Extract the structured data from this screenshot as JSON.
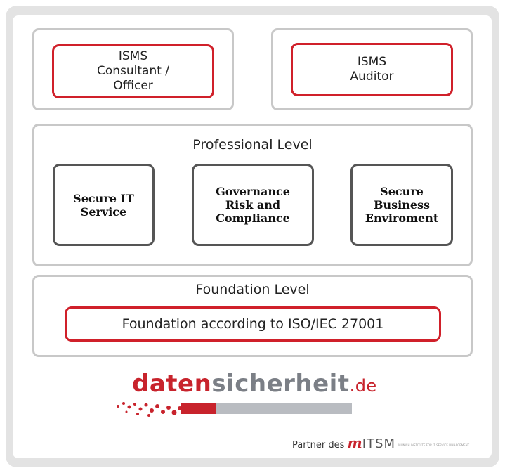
{
  "top": {
    "consultant_label": "ISMS\nConsultant /\nOfficer",
    "auditor_label": "ISMS\nAuditor"
  },
  "professional": {
    "title": "Professional Level",
    "modules": [
      {
        "label": "Secure IT\nService"
      },
      {
        "label": "Governance\nRisk and\nCompliance"
      },
      {
        "label": "Secure\nBusiness\nEnviroment"
      }
    ]
  },
  "foundation": {
    "title": "Foundation Level",
    "label": "Foundation according to ISO/IEC 27001"
  },
  "logo": {
    "part1": "daten",
    "part2": "sicherheit",
    "part3": ".de"
  },
  "partner": {
    "text": "Partner des",
    "brand_m": "m",
    "brand_itsm": "ITSM",
    "brand_sub": "MUNICH INSTITUTE FOR IT SERVICE MANAGEMENT"
  },
  "colors": {
    "accent_red": "#d0202a",
    "box_gray": "#c8c8c8",
    "module_border": "#555555",
    "logo_gray": "#7b7f86"
  }
}
